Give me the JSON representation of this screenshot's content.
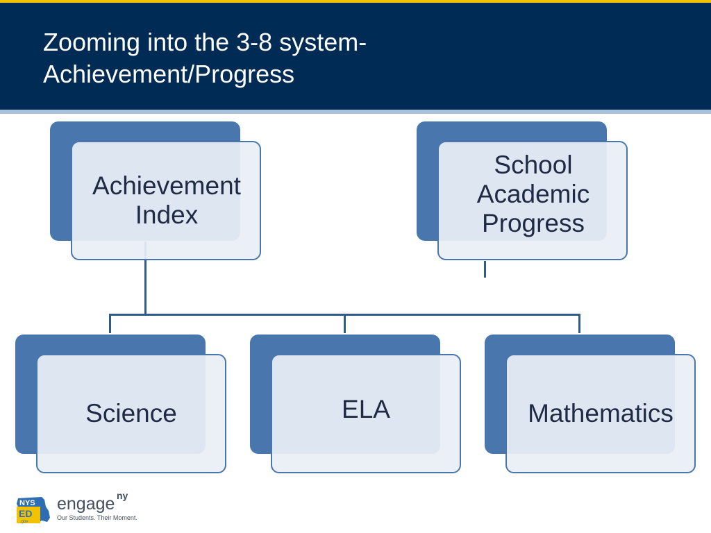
{
  "slide": {
    "title_lines": [
      "Zooming into the 3-8 system-",
      "Achievement/Progress"
    ]
  },
  "diagram": {
    "achievement_index": [
      "Achievement",
      "Index"
    ],
    "school_academic_progress": [
      "School",
      "Academic",
      "Progress"
    ],
    "children": [
      "Science",
      "ELA",
      "Mathematics"
    ]
  },
  "footer": {
    "logo_badge_top": "NYS",
    "logo_badge_mid": "ED",
    "logo_badge_bottom": ".gov",
    "logo_word": "engage",
    "logo_super": "ny",
    "tagline": "Our Students. Their Moment."
  },
  "colors": {
    "header": "#002b55",
    "accent_line": "#f2c200",
    "box_dark": "#4876ad",
    "box_light": "#e9eff6",
    "text": "#1f2a44"
  }
}
